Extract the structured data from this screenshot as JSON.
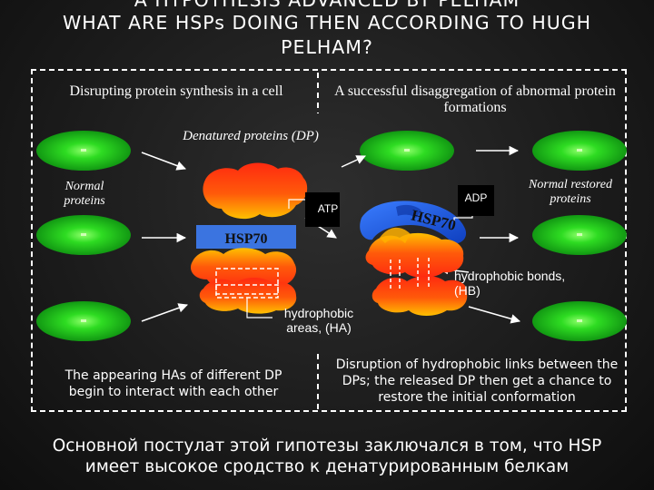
{
  "title": {
    "line1": "A HYPOTHESIS ADVANCED BY PELHAM",
    "line2": "WHAT ARE HSPs DOING THEN ACCORDING TO HUGH",
    "line3": "PELHAM?"
  },
  "panels": {
    "left_heading": "Disrupting protein synthesis in a cell",
    "right_heading": "A successful disaggregation of abnormal protein formations"
  },
  "labels": {
    "denatured": "Denatured proteins (DP)",
    "normal": "Normal proteins",
    "restored": "Normal restored proteins",
    "hsp70_box": "HSP70",
    "hsp70_chaperone": "HSP70",
    "atp": "ATP",
    "adp": "ADP",
    "hydrophobic_bonds": "hydrophobic bonds, (HB)",
    "hydrophobic_areas": "hydrophobic areas, (HA)"
  },
  "notes": {
    "left": "The appearing HAs of different DP begin to interact with each other",
    "right": "Disruption of hydrophobic links between the DPs; the released DP then get a chance to restore the initial conformation"
  },
  "footer": "Основной постулат этой гипотезы заключался в том, что HSP имеет высокое сродство к денатурированным белкам",
  "colors": {
    "ellipse_green": "#19c21a",
    "hsp_box": "#3b74e0",
    "chaperone_blue": "#1f5fe6",
    "protein_red": "#e81f10",
    "protein_orange": "#ffb000"
  }
}
